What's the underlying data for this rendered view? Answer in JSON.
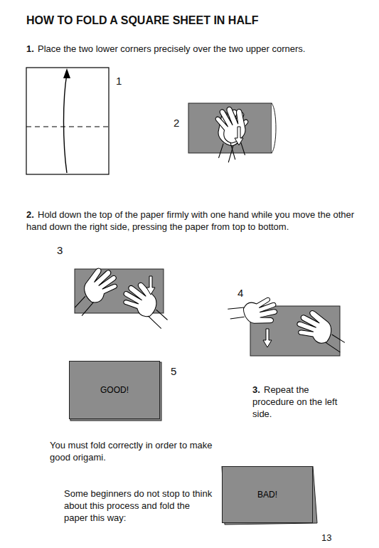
{
  "diagram": {
    "title": "HOW TO FOLD A SQUARE SHEET IN HALF",
    "nodes": [
      {
        "text": [
          "GOOD!"
        ]
      },
      {
        "text": [
          "BAD!"
        ]
      }
    ],
    "labels": [
      "1.",
      "Place the two lower corners precisely over the two upper corners.",
      "1",
      "2",
      "2.",
      "Hold down the top of the paper firmly with one hand while you move the other hand down the right side, pressing the paper from top to bottom.",
      "3",
      "4",
      "5",
      "3.",
      "Repeat the procedure on the left side.",
      "You must fold correctly in order to make good origami.",
      "Some beginners do not stop to think about this process and fold the paper this way:",
      "13"
    ]
  }
}
